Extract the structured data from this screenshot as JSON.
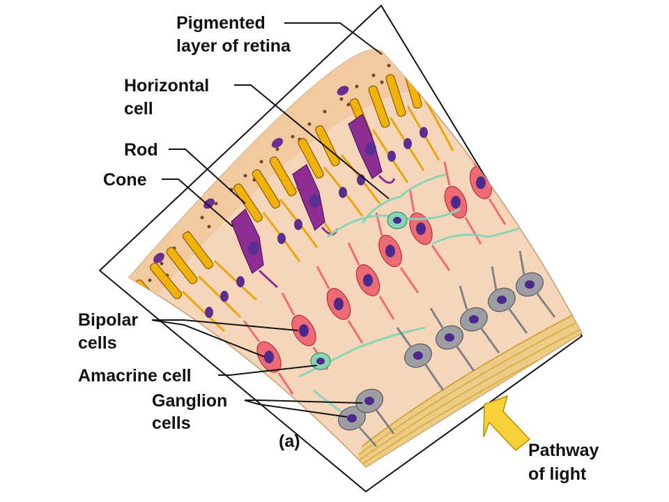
{
  "labels": {
    "pigmented_line1": "Pigmented",
    "pigmented_line2": "layer of retina",
    "horizontal_line1": "Horizontal",
    "horizontal_line2": "cell",
    "rod": "Rod",
    "cone": "Cone",
    "bipolar_line1": "Bipolar",
    "bipolar_line2": "cells",
    "amacrine": "Amacrine cell",
    "ganglion_line1": "Ganglion",
    "ganglion_line2": "cells",
    "panel": "(a)",
    "pathway_line1": "Pathway",
    "pathway_line2": "of light"
  },
  "colors": {
    "tissue": "#f6d6bb",
    "pigment_layer": "#f3c99f",
    "photoreceptor": "#f2b20c",
    "cone_cell": "#8e2e95",
    "nucleus": "#5b2f8f",
    "bipolar": "#ee6b75",
    "ganglion": "#9c9ea3",
    "amacrine_horizontal": "#8ad4b6",
    "nerve_fibers": "#e8c35c",
    "light_arrow": "#f7d13a"
  },
  "icons": {
    "arrow": "light-pathway-arrow"
  }
}
